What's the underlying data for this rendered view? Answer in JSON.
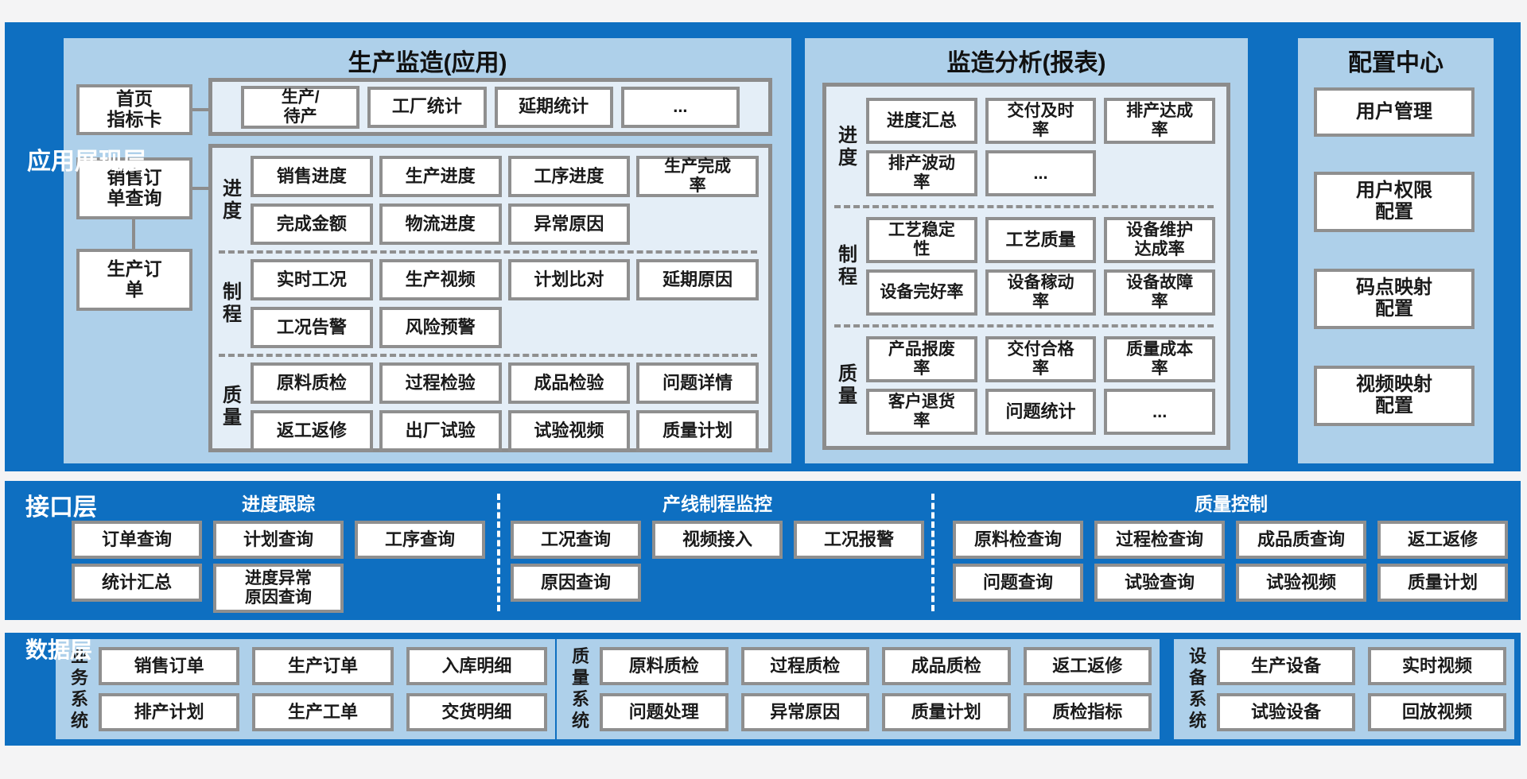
{
  "colors": {
    "band_blue": "#0e6fc1",
    "panel_light_blue": "#aed0ea",
    "subpanel_bg": "#e4eef7",
    "border_gray": "#8f8f8f",
    "page_bg": "#f4f4f5"
  },
  "app_layer": {
    "label": "应用展现层",
    "production": {
      "title": "生产监造(应用)",
      "side_boxes": [
        "首页\n指标卡",
        "销售订\n单查询",
        "生产订\n单"
      ],
      "top_row": [
        "生产/\n待产",
        "工厂统计",
        "延期统计",
        "..."
      ],
      "sections": [
        {
          "label": "进度",
          "row1": [
            "销售进度",
            "生产进度",
            "工序进度",
            "生产完成\n率"
          ],
          "row2": [
            "完成金额",
            "物流进度",
            "异常原因"
          ]
        },
        {
          "label": "制程",
          "row1": [
            "实时工况",
            "生产视频",
            "计划比对",
            "延期原因"
          ],
          "row2": [
            "工况告警",
            "风险预警"
          ]
        },
        {
          "label": "质量",
          "row1": [
            "原料质检",
            "过程检验",
            "成品检验",
            "问题详情"
          ],
          "row2": [
            "返工返修",
            "出厂试验",
            "试验视频",
            "质量计划"
          ]
        }
      ]
    },
    "analysis": {
      "title": "监造分析(报表)",
      "sections": [
        {
          "label": "进度",
          "row1": [
            "进度汇总",
            "交付及时\n率",
            "排产达成\n率"
          ],
          "row2": [
            "排产波动\n率",
            "..."
          ]
        },
        {
          "label": "制程",
          "row1": [
            "工艺稳定\n性",
            "工艺质量",
            "设备维护\n达成率"
          ],
          "row2": [
            "设备完好率",
            "设备稼动\n率",
            "设备故障\n率"
          ]
        },
        {
          "label": "质量",
          "row1": [
            "产品报废\n率",
            "交付合格\n率",
            "质量成本\n率"
          ],
          "row2": [
            "客户退货\n率",
            "问题统计",
            "..."
          ]
        }
      ]
    },
    "config": {
      "title": "配置中心",
      "boxes": [
        "用户管理",
        "用户权限\n配置",
        "码点映射\n配置",
        "视频映射\n配置"
      ]
    }
  },
  "interface_layer": {
    "label": "接口层",
    "groups": [
      {
        "title": "进度跟踪",
        "row1": [
          "订单查询",
          "计划查询",
          "工序查询"
        ],
        "row2": [
          "统计汇总",
          "进度异常\n原因查询"
        ]
      },
      {
        "title": "产线制程监控",
        "row1": [
          "工况查询",
          "视频接入",
          "工况报警"
        ],
        "row2": [
          "原因查询"
        ]
      },
      {
        "title": "质量控制",
        "row1": [
          "原料检查询",
          "过程检查询",
          "成品质查询",
          "返工返修"
        ],
        "row2": [
          "问题查询",
          "试验查询",
          "试验视频",
          "质量计划"
        ]
      }
    ]
  },
  "data_layer": {
    "label": "数据层",
    "systems": [
      {
        "label": "业务系统",
        "row1": [
          "销售订单",
          "生产订单",
          "入库明细"
        ],
        "row2": [
          "排产计划",
          "生产工单",
          "交货明细"
        ]
      },
      {
        "label": "质量系统",
        "row1": [
          "原料质检",
          "过程质检",
          "成品质检",
          "返工返修"
        ],
        "row2": [
          "问题处理",
          "异常原因",
          "质量计划",
          "质检指标"
        ]
      },
      {
        "label": "设备系统",
        "row1": [
          "生产设备",
          "实时视频"
        ],
        "row2": [
          "试验设备",
          "回放视频"
        ]
      }
    ]
  }
}
